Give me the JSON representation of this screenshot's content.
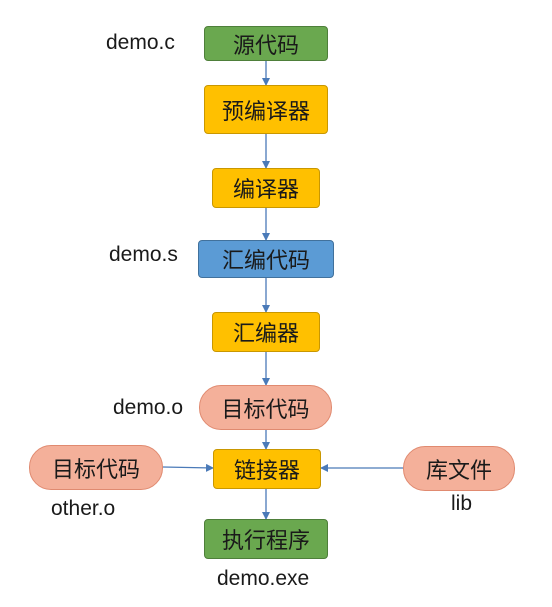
{
  "nodes": {
    "source_code": "源代码",
    "preprocessor": "预编译器",
    "compiler": "编译器",
    "assembly_code": "汇编代码",
    "assembler": "汇编器",
    "object_code": "目标代码",
    "other_object_code": "目标代码",
    "linker": "链接器",
    "library": "库文件",
    "executable": "执行程序"
  },
  "labels": {
    "demo_c": "demo.c",
    "demo_s": "demo.s",
    "demo_o": "demo.o",
    "other_o": "other.o",
    "lib": "lib",
    "demo_exe": "demo.exe"
  },
  "colors": {
    "source_stage": "#6aa84f",
    "tool_stage": "#ffc000",
    "assembly_stage": "#5b9bd5",
    "object_stage": "#f4b09a",
    "arrow": "#4a7ab8"
  }
}
